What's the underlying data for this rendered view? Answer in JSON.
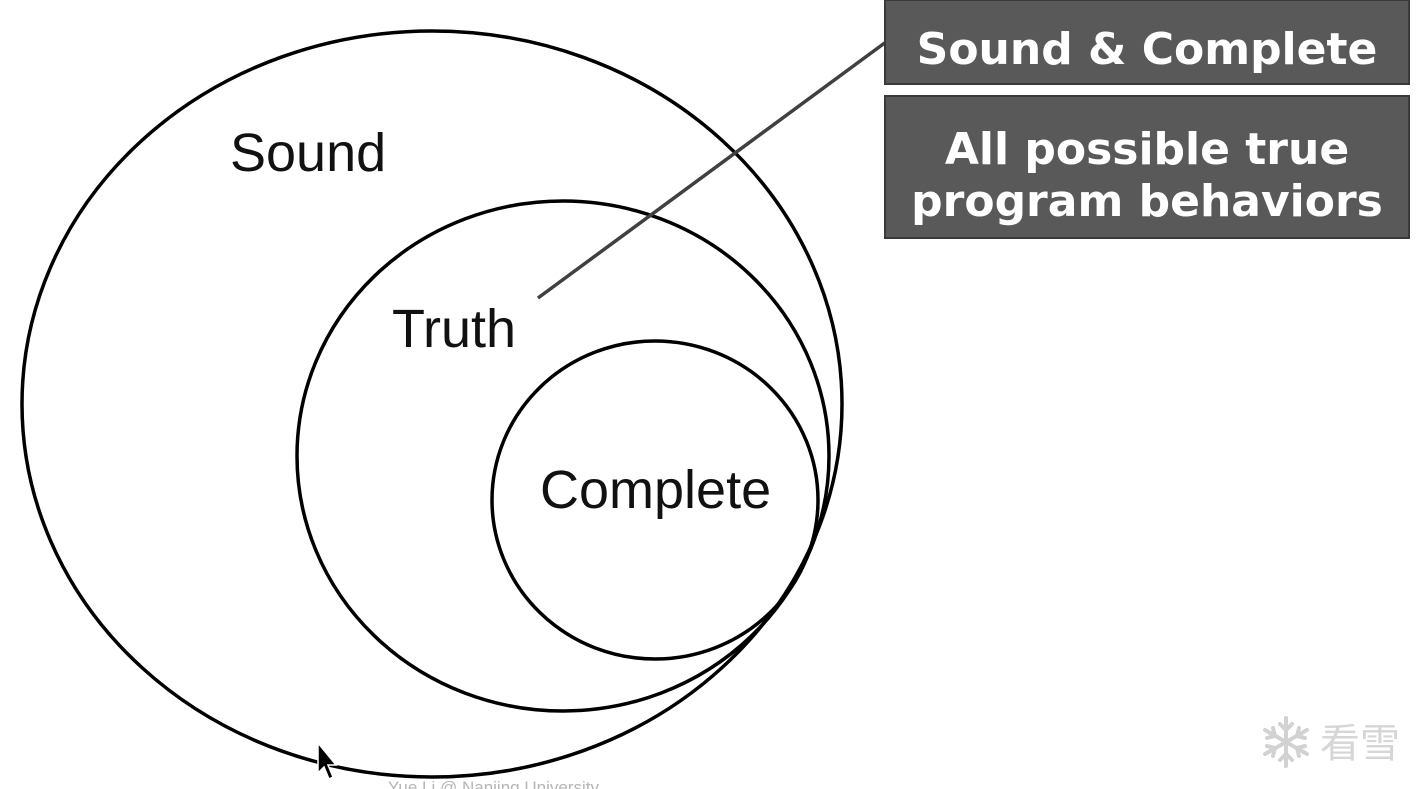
{
  "diagram": {
    "sets": {
      "outer": "Sound",
      "middle": "Truth",
      "inner": "Complete"
    },
    "callouts": {
      "title": "Sound & Complete",
      "desc_line1": "All possible true",
      "desc_line2": "program behaviors"
    }
  },
  "footer": {
    "credit": "Yue Li @ Nanjing University"
  },
  "watermark": {
    "text": "看雪",
    "icon": "snowflake-icon"
  }
}
